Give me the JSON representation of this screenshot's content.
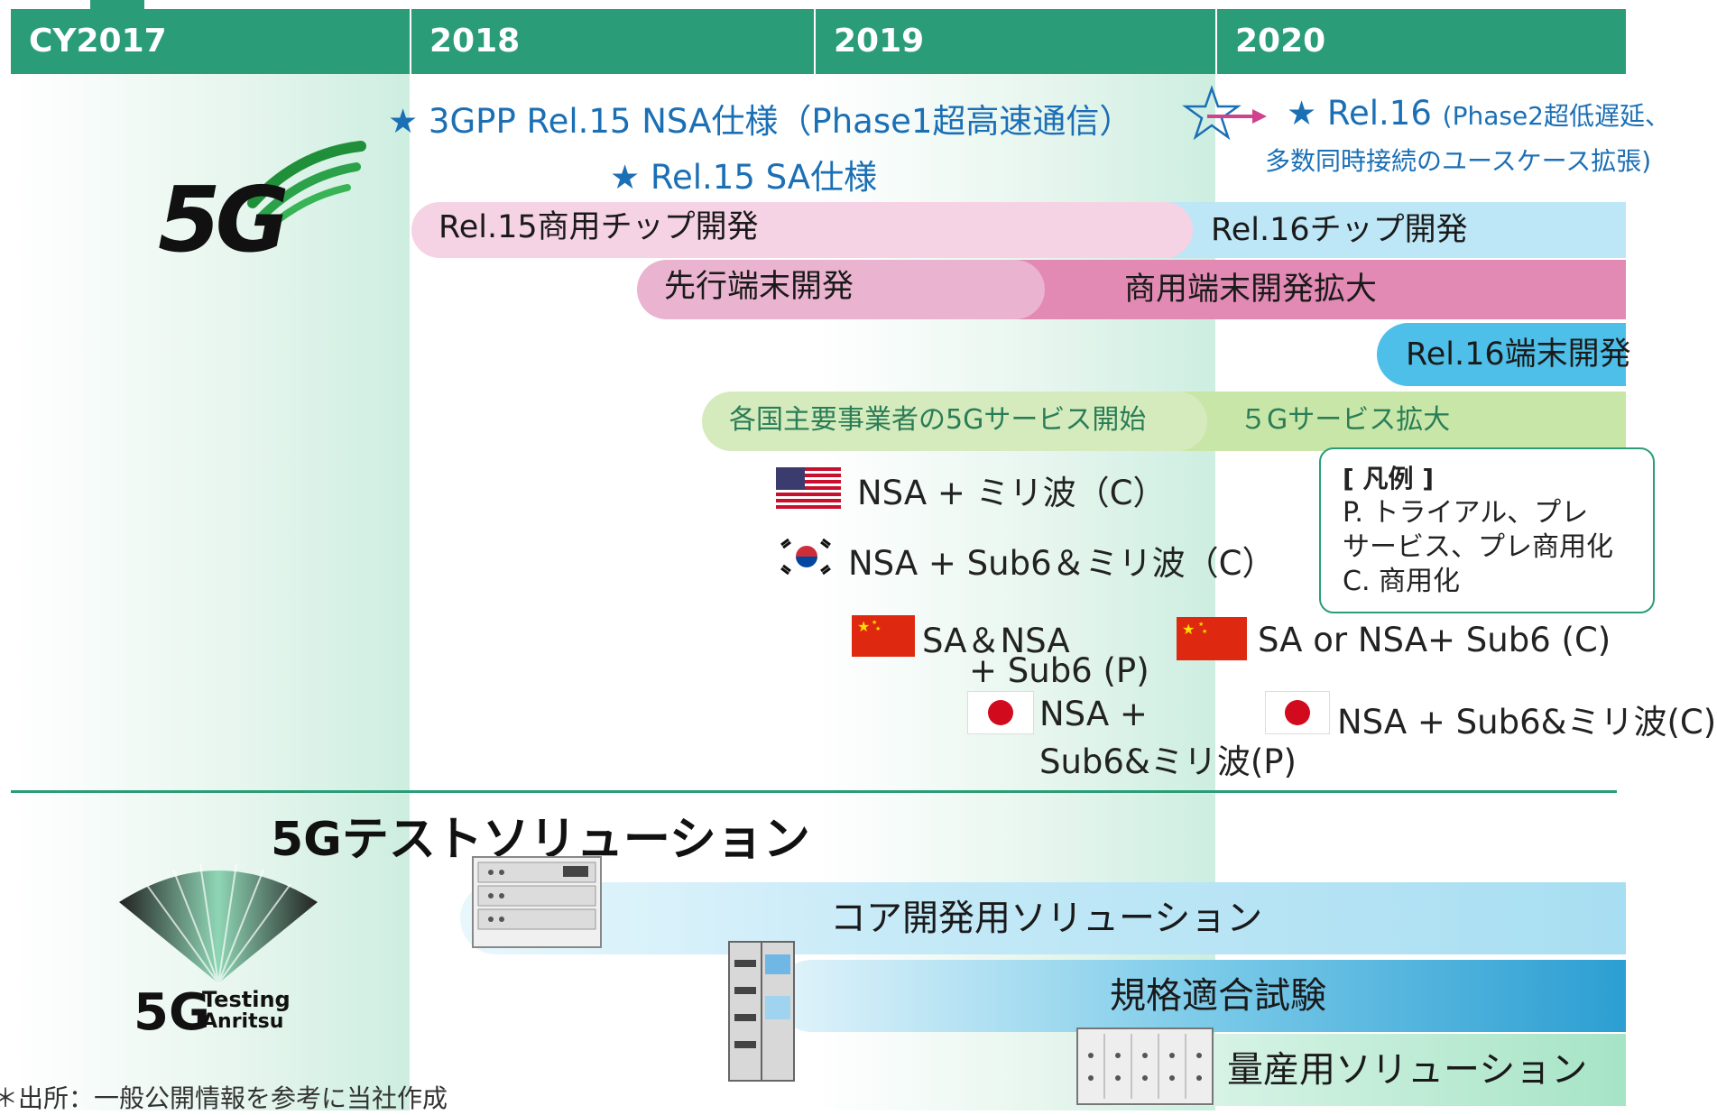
{
  "years": [
    "CY2017",
    "2018",
    "2019",
    "2020"
  ],
  "milestones": {
    "nsa_spec": "★ 3GPP Rel.15 NSA仕様（Phase1超高速通信）",
    "sa_spec": "★ Rel.15 SA仕様",
    "rel16_title": "★ Rel.16",
    "rel16_note1": "(Phase2超低遅延、",
    "rel16_note2": "多数同時接続のユースケース拡張)"
  },
  "bars": {
    "rel15_chip": "Rel.15商用チップ開発",
    "rel16_chip": "Rel.16チップ開発",
    "early_device": "先行端末開発",
    "commercial_device": "商用端末開発拡大",
    "rel16_device": "Rel.16端末開発",
    "service_start": "各国主要事業者の5Gサービス開始",
    "service_expand": "５Gサービス拡大"
  },
  "countries": {
    "us": "NSA + ミリ波（C）",
    "kr": "NSA + Sub6＆ミリ波（C）",
    "cn1_line1": "SA＆NSA",
    "cn1_line2": "+ Sub6 (P)",
    "cn2": "SA or NSA+ Sub6 (C)",
    "jp1_line1": "NSA +",
    "jp1_line2": "Sub6&ミリ波(P)",
    "jp2": "NSA + Sub6&ミリ波(C)"
  },
  "legend": {
    "title": "[ 凡例 ]",
    "line1": "P. トライアル、プレ",
    "line2": "サービス、プレ商用化",
    "line3": "C. 商用化"
  },
  "test_section": {
    "title": "5Gテストソリューション",
    "core": "コア開発用ソリューション",
    "conformance": "規格適合試験",
    "mass_production": "量産用ソリューション"
  },
  "logos": {
    "g5": "5G",
    "testing_5g": "5G",
    "testing_word": "Testing",
    "anritsu_word": "Anritsu"
  },
  "footnote": "＊出所：一般公開情報を参考に当社作成",
  "colors": {
    "header_green": "#2a9d78",
    "star_blue": "#1b6fb5",
    "pink_light": "#f6d3e4",
    "pink_mid": "#eab3cf",
    "pink_dark": "#e28ab4",
    "sky_light": "#bde6f6",
    "sky": "#4dbfe8",
    "green_light": "#c8e6a7",
    "test_light": "#c4e9f7",
    "test_blue": "#38a8d8",
    "test_green": "#a6e4c6"
  }
}
